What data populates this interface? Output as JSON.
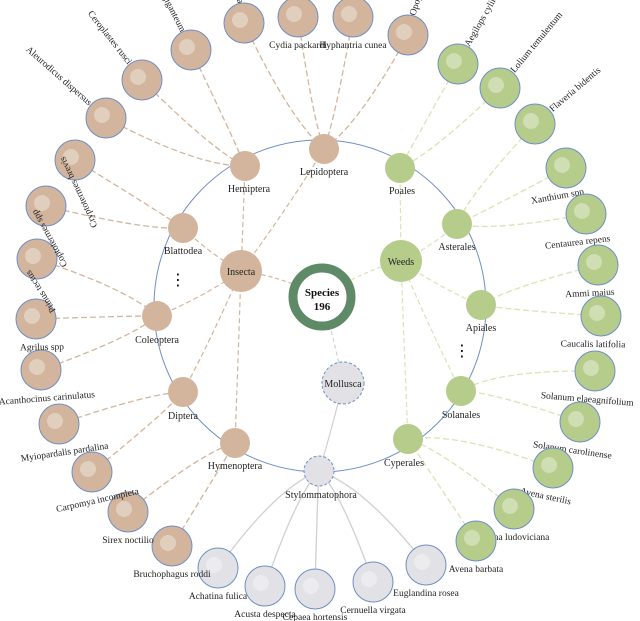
{
  "center": {
    "title": "Species",
    "count": "196"
  },
  "groups": [
    {
      "id": "insecta",
      "label": "Insecta",
      "color": "#d2b59c"
    },
    {
      "id": "weeds",
      "label": "Weeds",
      "color": "#b5cc8a"
    },
    {
      "id": "mollusca",
      "label": "Mollusca",
      "color": "#e2e2e6"
    }
  ],
  "orders": [
    {
      "label": "Lepidoptera",
      "kind": "insect"
    },
    {
      "label": "Hemiptera",
      "kind": "insect"
    },
    {
      "label": "Blattodea",
      "kind": "insect"
    },
    {
      "label": "Coleoptera",
      "kind": "insect"
    },
    {
      "label": "Diptera",
      "kind": "insect"
    },
    {
      "label": "Hymenoptera",
      "kind": "insect"
    },
    {
      "label": "Stylommatophora",
      "kind": "mollusc"
    },
    {
      "label": "Cyperales",
      "kind": "weed"
    },
    {
      "label": "Solanales",
      "kind": "weed"
    },
    {
      "label": "Apiales",
      "kind": "weed"
    },
    {
      "label": "Asterales",
      "kind": "weed"
    },
    {
      "label": "Poales",
      "kind": "weed"
    }
  ],
  "species": [
    {
      "label": "Choristoneura fumiferana",
      "kind": "insect"
    },
    {
      "label": "Cydia packardi",
      "kind": "insect"
    },
    {
      "label": "Hyphantria cunea",
      "kind": "insect"
    },
    {
      "label": "Opogona sacchari",
      "kind": "insect"
    },
    {
      "label": "Aegilops cylindrica",
      "kind": "weed"
    },
    {
      "label": "Lolium temulentum",
      "kind": "weed"
    },
    {
      "label": "Flaveria bidentis",
      "kind": "weed"
    },
    {
      "label": "Xanthium spp",
      "kind": "weed"
    },
    {
      "label": "Centaurea repens",
      "kind": "weed"
    },
    {
      "label": "Ammi majus",
      "kind": "weed"
    },
    {
      "label": "Caucalis latifolia",
      "kind": "weed"
    },
    {
      "label": "Solanum elaeagnifolium",
      "kind": "weed"
    },
    {
      "label": "Solanum carolinense",
      "kind": "weed"
    },
    {
      "label": "Avena sterilis",
      "kind": "weed"
    },
    {
      "label": "Avena ludoviciana",
      "kind": "weed"
    },
    {
      "label": "Avena barbata",
      "kind": "weed"
    },
    {
      "label": "Euglandina rosea",
      "kind": "mollusc"
    },
    {
      "label": "Cernuella virgata",
      "kind": "mollusc"
    },
    {
      "label": "Cepaea hortensis",
      "kind": "mollusc"
    },
    {
      "label": "Acusta despecta",
      "kind": "mollusc"
    },
    {
      "label": "Achatina fulica",
      "kind": "mollusc"
    },
    {
      "label": "Bruchophagus roddi",
      "kind": "insect"
    },
    {
      "label": "Sirex noctilio",
      "kind": "insect"
    },
    {
      "label": "Carpomya incompleta",
      "kind": "insect"
    },
    {
      "label": "Myiopardalis pardalina",
      "kind": "insect"
    },
    {
      "label": "Acanthocinus carinulatus",
      "kind": "insect"
    },
    {
      "label": "Agrilus spp",
      "kind": "insect"
    },
    {
      "label": "Ptinus tectus",
      "kind": "insect"
    },
    {
      "label": "Coptotermes spp",
      "kind": "insect"
    },
    {
      "label": "Cryptotermes brevis",
      "kind": "insect"
    },
    {
      "label": "Aleurodicus dispersus",
      "kind": "insect"
    },
    {
      "label": "Ceroplastes rusci",
      "kind": "insect"
    },
    {
      "label": "Eulecanium giganteum",
      "kind": "insect"
    }
  ],
  "ellipses": {
    "left": "⋮",
    "right": "⋮"
  },
  "colors": {
    "insect": "#d2b59c",
    "weed": "#b5cc8a",
    "mollusc": "#e2e2e6",
    "center_ring": "#5e8a68",
    "ring_line": "#6f8fc4",
    "insect_link": "#d2b59c",
    "weed_link": "#d9e3b4",
    "mollusc_link": "#d0d0d4"
  }
}
